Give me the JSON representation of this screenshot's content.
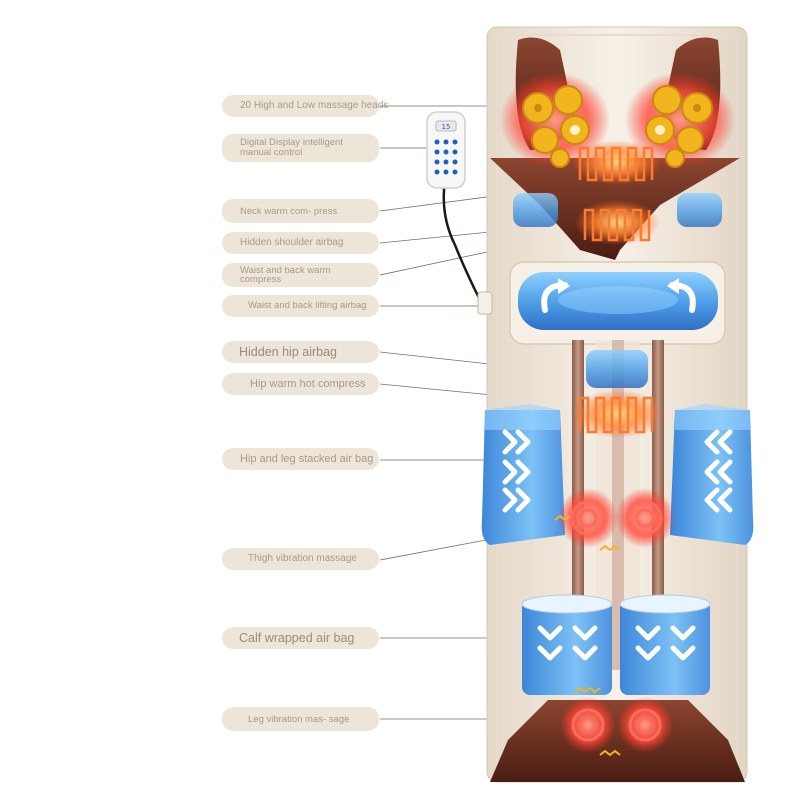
{
  "labels": [
    {
      "text": "20 High and Low massage heads"
    },
    {
      "text": "Digital Display intelligent manual control"
    },
    {
      "text": "Neck warm com- press"
    },
    {
      "text": "Hidden shoulder airbag"
    },
    {
      "text": "Waist and back warm compress"
    },
    {
      "text": "Waist and back lifting airbag"
    },
    {
      "text": "Hidden hip airbag"
    },
    {
      "text": "Hip warm hot compress"
    },
    {
      "text": "Hip and leg stacked air bag"
    },
    {
      "text": "Thigh vibration massage"
    },
    {
      "text": "Calf wrapped air bag"
    },
    {
      "text": "Leg vibration mas- sage"
    }
  ],
  "remote": {
    "display": "15"
  },
  "colors": {
    "label_bg": "#eee5d9",
    "label_text": "#a8998b",
    "mat": "#f1e8dc",
    "airbag": "#4f9be0",
    "heat": "#ff8a3d",
    "massage_head": "#f2b51e",
    "leather": "#6b2f1f"
  }
}
